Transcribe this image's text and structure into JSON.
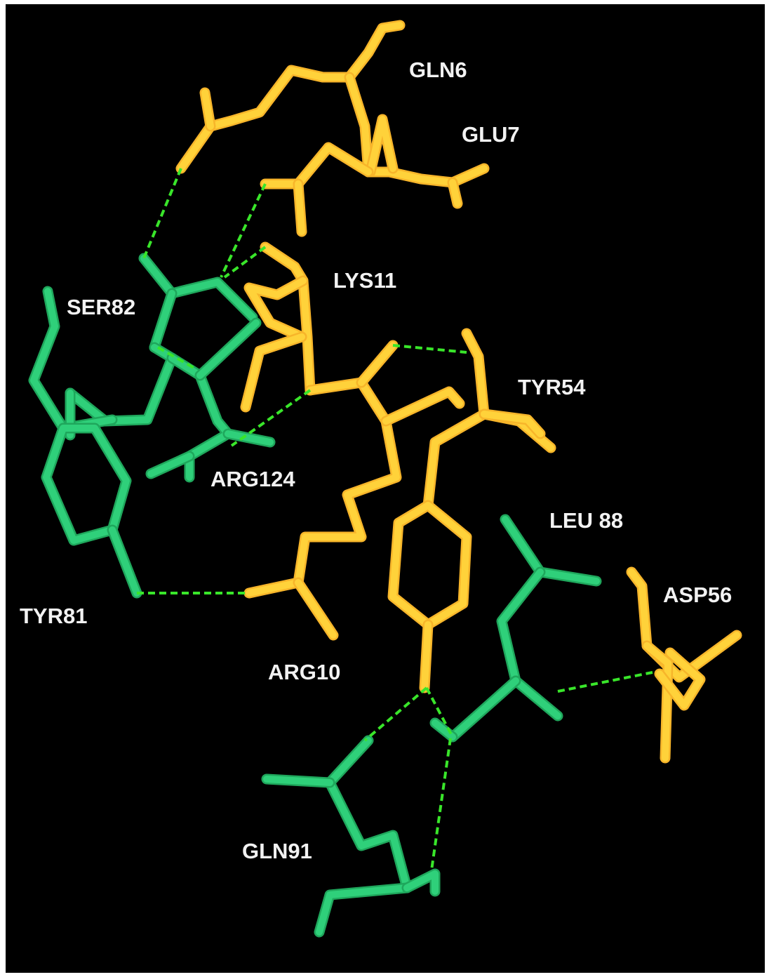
{
  "figure": {
    "colors": {
      "background": "#000000",
      "chain_a": "#f7b52a",
      "chain_a_highlight": "#ffd23a",
      "chain_a_shadow": "#e08a12",
      "chain_b": "#2fd07a",
      "chain_b_shadow": "#1fa75c",
      "hbond": "#39e62a",
      "label": "#f2f2f2"
    },
    "residue_labels": [
      {
        "id": "gln6",
        "text": "GLN6"
      },
      {
        "id": "glu7",
        "text": "GLU7"
      },
      {
        "id": "lys11",
        "text": "LYS11"
      },
      {
        "id": "ser82",
        "text": "SER82"
      },
      {
        "id": "tyr54",
        "text": "TYR54"
      },
      {
        "id": "arg124",
        "text": "ARG124"
      },
      {
        "id": "leu88",
        "text": "LEU 88"
      },
      {
        "id": "asp56",
        "text": "ASP56"
      },
      {
        "id": "tyr81",
        "text": "TYR81"
      },
      {
        "id": "arg10",
        "text": "ARG10"
      },
      {
        "id": "gln91",
        "text": "GLN91"
      }
    ]
  }
}
